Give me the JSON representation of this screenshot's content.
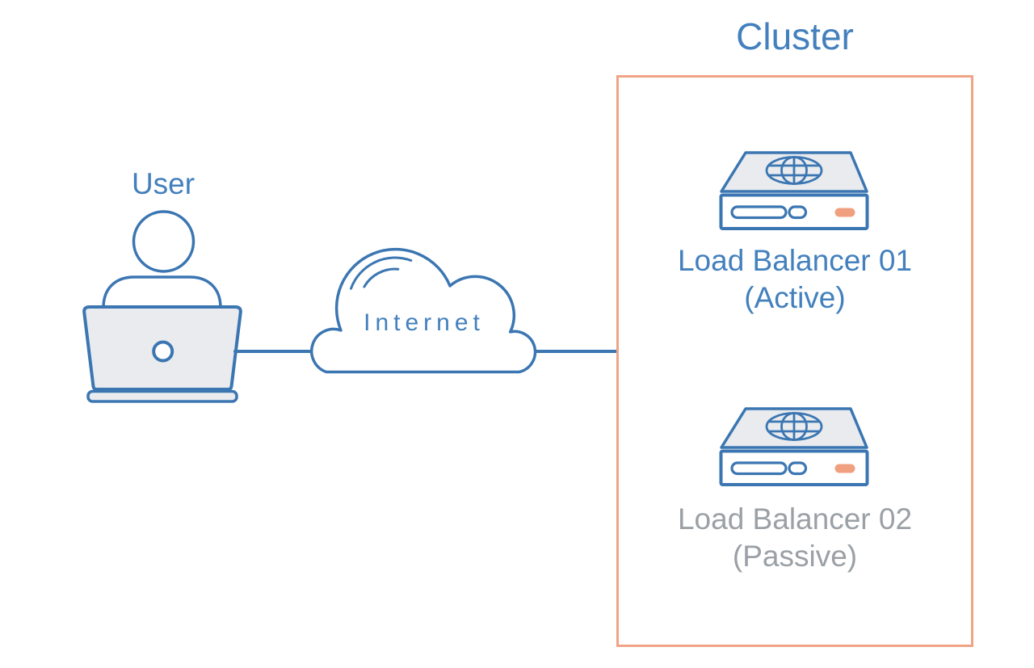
{
  "colors": {
    "stroke_blue": "#3b76b2",
    "text_blue": "#4380bd",
    "text_gray": "#9aa0a5",
    "box_orange": "#f1a386",
    "led_orange": "#f0a07e",
    "fill_gray": "#e9ebee"
  },
  "user": {
    "label": "User"
  },
  "internet": {
    "label": "Internet"
  },
  "cluster": {
    "title": "Cluster",
    "load_balancers": [
      {
        "name": "Load Balancer 01",
        "status": "(Active)"
      },
      {
        "name": "Load Balancer 02",
        "status": "(Passive)"
      }
    ]
  }
}
